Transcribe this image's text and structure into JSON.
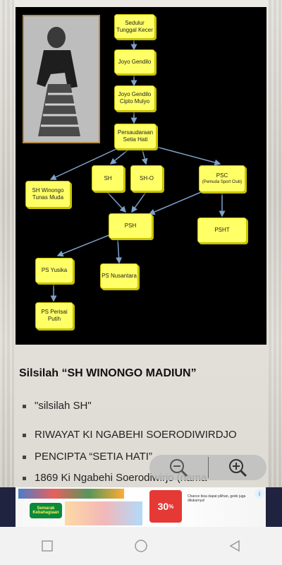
{
  "chart": {
    "nodes": [
      {
        "id": "n1",
        "label": "Sedulur\nTunggal Kecer"
      },
      {
        "id": "n2",
        "label": "Joyo Gendilo"
      },
      {
        "id": "n3",
        "label": "Joyo Gendilo\nCipto Mulyo"
      },
      {
        "id": "n4",
        "label": "Persaudaraan\nSetia Hati"
      },
      {
        "id": "n5",
        "label": "SH Winongo\nTunas Muda"
      },
      {
        "id": "n6",
        "label": "SH"
      },
      {
        "id": "n7",
        "label": "SH-O"
      },
      {
        "id": "n8",
        "label": "PSC",
        "sub": "(Pemuda Sport Club)"
      },
      {
        "id": "n9",
        "label": "PSH"
      },
      {
        "id": "n10",
        "label": "PSHT"
      },
      {
        "id": "n11",
        "label": "PS Yusika"
      },
      {
        "id": "n12",
        "label": "PS Nusantara"
      },
      {
        "id": "n13",
        "label": "PS Perisai\nPutih"
      }
    ]
  },
  "article": {
    "heading": "Silsilah “SH WINONGO MADIUN”",
    "bullets": [
      "\"silsilah SH\"",
      "RIWAYAT KI NGABEHI SOERODIWIRDJO",
      "PENCIPTA “SETIA HATI”",
      "1869 Ki Ngabehi Soerodiwirjo (nama"
    ]
  },
  "ad": {
    "headline": "Semarak Kebahagiaan",
    "promo": "Chance bisa dapat pilihan, gede juga ditukarnya!",
    "badge": "30",
    "badge_unit": "%"
  },
  "colors": {
    "node_fill": "#ffff66",
    "chart_bg": "#000000",
    "connector": "#7fa0c8"
  }
}
